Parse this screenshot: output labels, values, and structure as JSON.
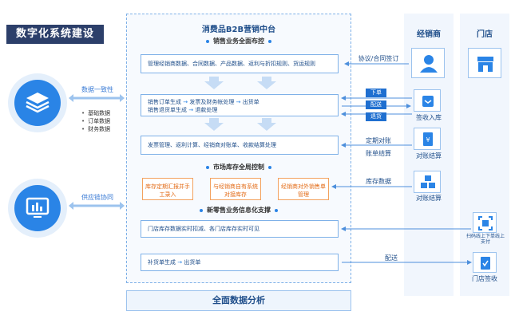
{
  "page_title": "数字化系统建设",
  "center_title": "消费品B2B营销中台",
  "section_1": "销售业务全面布控",
  "row_1": "管理经销商数据、合同数据、产品数据、返利与折扣规则、货运规则",
  "row_2a_1": "销售订单生成",
  "row_2a_2": "发票及财务帐处理",
  "row_2a_3": "出货单",
  "row_2b_1": "销售退货单生成",
  "row_2b_2": "退款处理",
  "row_3": "发票管理、返利计算、经销商对账单、收款结算处理",
  "section_2": "市场库存全局控制",
  "inv_1": "库存定期汇报并手工录入",
  "inv_2": "与经销商自有系统对接库存",
  "inv_3": "经销商对外销售单管理",
  "section_3": "新零售业务信息化支撑",
  "row_4": "门店库存数据实时扣减、各门店库存实时可见",
  "row_5_1": "补货单生成",
  "row_5_2": "出货单",
  "bottom": "全面数据分析",
  "left_label_1": "数据一致性",
  "left_bullets": [
    "基础数据",
    "订单数据",
    "财务数据"
  ],
  "left_label_2": "供应链协同",
  "col_dealer": "经销商",
  "col_store": "门店",
  "conn_1": "协议/合同签订",
  "tag_1": "下单",
  "tag_2": "配送",
  "tag_3": "退货",
  "conn_2a": "定期对账",
  "conn_2b": "账单结算",
  "conn_3": "库存数据",
  "conn_4": "配送",
  "dealer_icon_2": "签收入库",
  "dealer_icon_3": "对账结算",
  "dealer_icon_4": "对账结算",
  "store_icon_2": "扫码线上下单线上支付",
  "store_icon_3": "门店签收"
}
